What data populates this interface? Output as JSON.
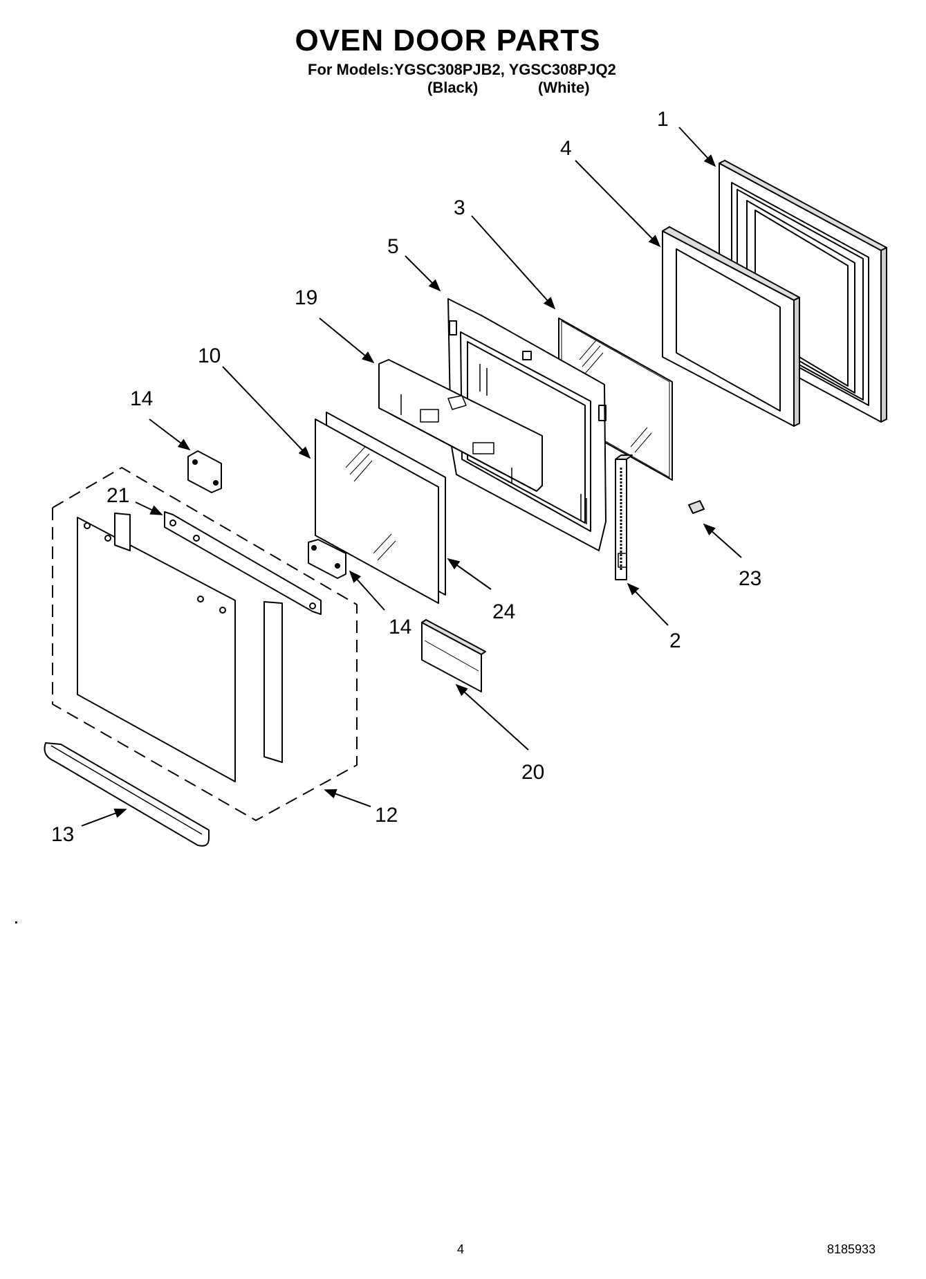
{
  "header": {
    "title": "OVEN DOOR PARTS",
    "models_line": "For Models:YGSC308PJB2, YGSC308PJQ2",
    "variant_black": "(Black)",
    "variant_white": "(White)"
  },
  "callouts": {
    "c1": "1",
    "c2": "2",
    "c3": "3",
    "c4": "4",
    "c5": "5",
    "c10": "10",
    "c12": "12",
    "c13": "13",
    "c14a": "14",
    "c14b": "14",
    "c19": "19",
    "c20": "20",
    "c21": "21",
    "c23": "23",
    "c24": "24"
  },
  "footer": {
    "page_number": "4",
    "document_number": "8185933"
  }
}
